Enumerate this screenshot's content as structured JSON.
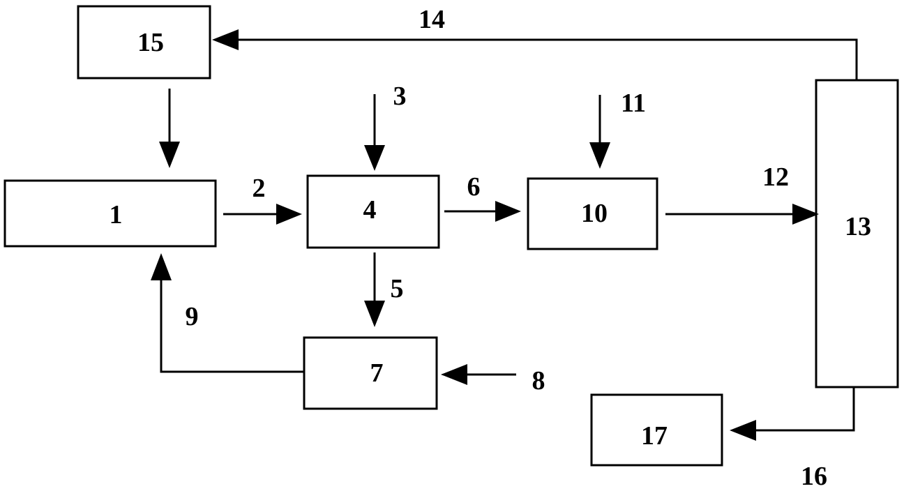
{
  "diagram": {
    "blocks": {
      "b1": "1",
      "b4": "4",
      "b7": "7",
      "b10": "10",
      "b13": "13",
      "b15": "15",
      "b17": "17"
    },
    "streams": {
      "s2": "2",
      "s3": "3",
      "s5": "5",
      "s6": "6",
      "s8": "8",
      "s9": "9",
      "s11": "11",
      "s12": "12",
      "s14": "14",
      "s16": "16"
    }
  }
}
